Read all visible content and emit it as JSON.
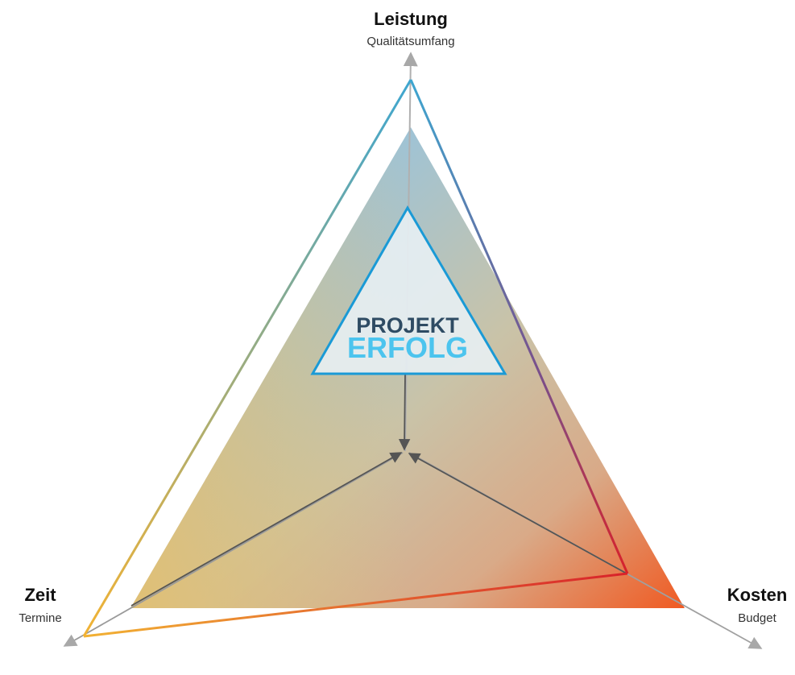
{
  "vertices": {
    "top": {
      "title": "Leistung",
      "subtitle": "Qualitätsumfang"
    },
    "left": {
      "title": "Zeit",
      "subtitle": "Termine"
    },
    "right": {
      "title": "Kosten",
      "subtitle": "Budget"
    }
  },
  "center": {
    "line1": "PROJEKT",
    "line2": "ERFOLG"
  },
  "colors": {
    "blue": "#3ea6d0",
    "orange_red": "#ee5a24",
    "yellow": "#f2b233",
    "center_text_dark": "#2e4b63",
    "center_text_light": "#4cc4ee",
    "inner_triangle_stroke": "#1a9ad6",
    "inner_triangle_fill": "#e8f0f5"
  }
}
